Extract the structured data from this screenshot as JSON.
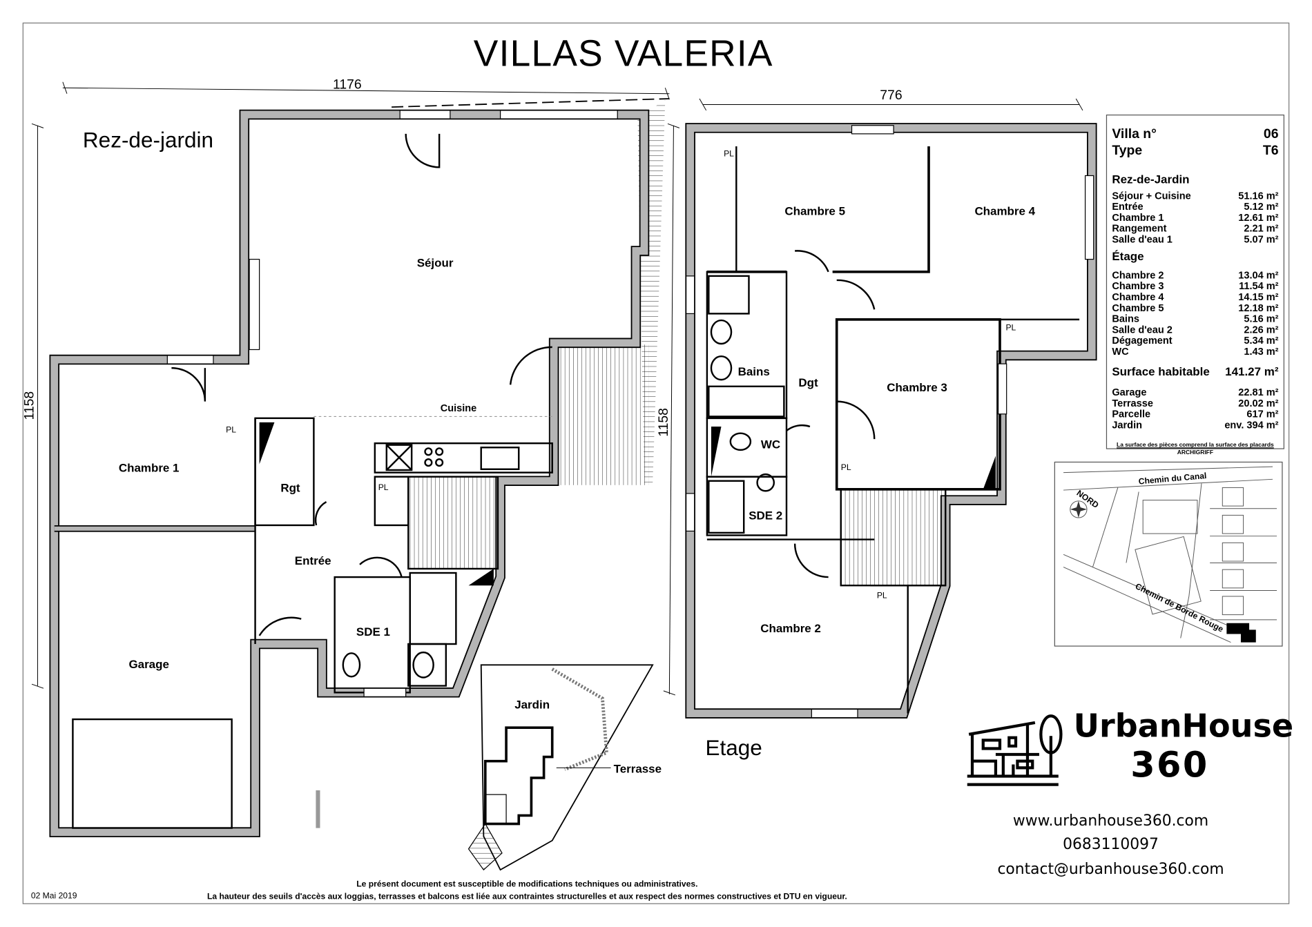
{
  "title": "VILLAS VALERIA",
  "ground_floor": {
    "heading": "Rez-de-jardin",
    "dim_width": "1176",
    "dim_height": "1158",
    "rooms": {
      "sejour": "Séjour",
      "cuisine": "Cuisine",
      "chambre1": "Chambre 1",
      "rgt": "Rgt",
      "entree": "Entrée",
      "sde1": "SDE 1",
      "garage": "Garage"
    },
    "pl": "PL"
  },
  "site_plan": {
    "jardin": "Jardin",
    "terrasse": "Terrasse"
  },
  "upper_floor": {
    "heading": "Etage",
    "dim_width": "776",
    "dim_height": "1158",
    "rooms": {
      "chambre5": "Chambre 5",
      "chambre4": "Chambre 4",
      "chambre3": "Chambre 3",
      "bains": "Bains",
      "dgt": "Dgt",
      "wc": "WC",
      "sde2": "SDE 2",
      "chambre2": "Chambre 2"
    },
    "pl": "PL"
  },
  "summary": {
    "villa_label": "Villa n°",
    "villa_value": "06",
    "type_label": "Type",
    "type_value": "T6",
    "rdj_heading": "Rez-de-Jardin",
    "rdj": [
      {
        "label": "Séjour + Cuisine",
        "value": "51.16 m²"
      },
      {
        "label": "Entrée",
        "value": "5.12 m²"
      },
      {
        "label": "Chambre 1",
        "value": "12.61 m²"
      },
      {
        "label": "Rangement",
        "value": "2.21 m²"
      },
      {
        "label": "Salle d'eau 1",
        "value": "5.07 m²"
      }
    ],
    "etage_heading": "Étage",
    "etage": [
      {
        "label": "Chambre 2",
        "value": "13.04 m²"
      },
      {
        "label": "Chambre 3",
        "value": "11.54 m²"
      },
      {
        "label": "Chambre 4",
        "value": "14.15 m²"
      },
      {
        "label": "Chambre 5",
        "value": "12.18 m²"
      },
      {
        "label": "Bains",
        "value": "5.16 m²"
      },
      {
        "label": "Salle d'eau 2",
        "value": "2.26 m²"
      },
      {
        "label": "Dégagement",
        "value": "5.34 m²"
      },
      {
        "label": "WC",
        "value": "1.43 m²"
      }
    ],
    "surface_label": "Surface habitable",
    "surface_value": "141.27 m²",
    "extras": [
      {
        "label": "Garage",
        "value": "22.81 m²"
      },
      {
        "label": "Terrasse",
        "value": "20.02 m²"
      },
      {
        "label": "Parcelle",
        "value": "617 m²"
      },
      {
        "label": "Jardin",
        "value": "env. 394 m²"
      }
    ],
    "note": "La surface des pièces comprend la surface des placards",
    "architect": "ARCHIGRIFF"
  },
  "location_map": {
    "north": "NORD",
    "road1": "Chemin du Canal",
    "road2": "Chemin de Borde Rouge"
  },
  "brand": {
    "name": "UrbanHouse",
    "number": "360",
    "website": "www.urbanhouse360.com",
    "phone": "0683110097",
    "email": "contact@urbanhouse360.com"
  },
  "footer": {
    "date": "02 Mai 2019",
    "line1": "Le présent document est susceptible de modifications techniques ou administratives.",
    "line2": "La hauteur des seuils d'accès aux loggias, terrasses et balcons est liée aux contraintes structurelles et aux respect des normes constructives et DTU en vigueur."
  },
  "colors": {
    "wall_fill": "#b5b5b5",
    "line": "#000000",
    "frame": "#777777"
  }
}
